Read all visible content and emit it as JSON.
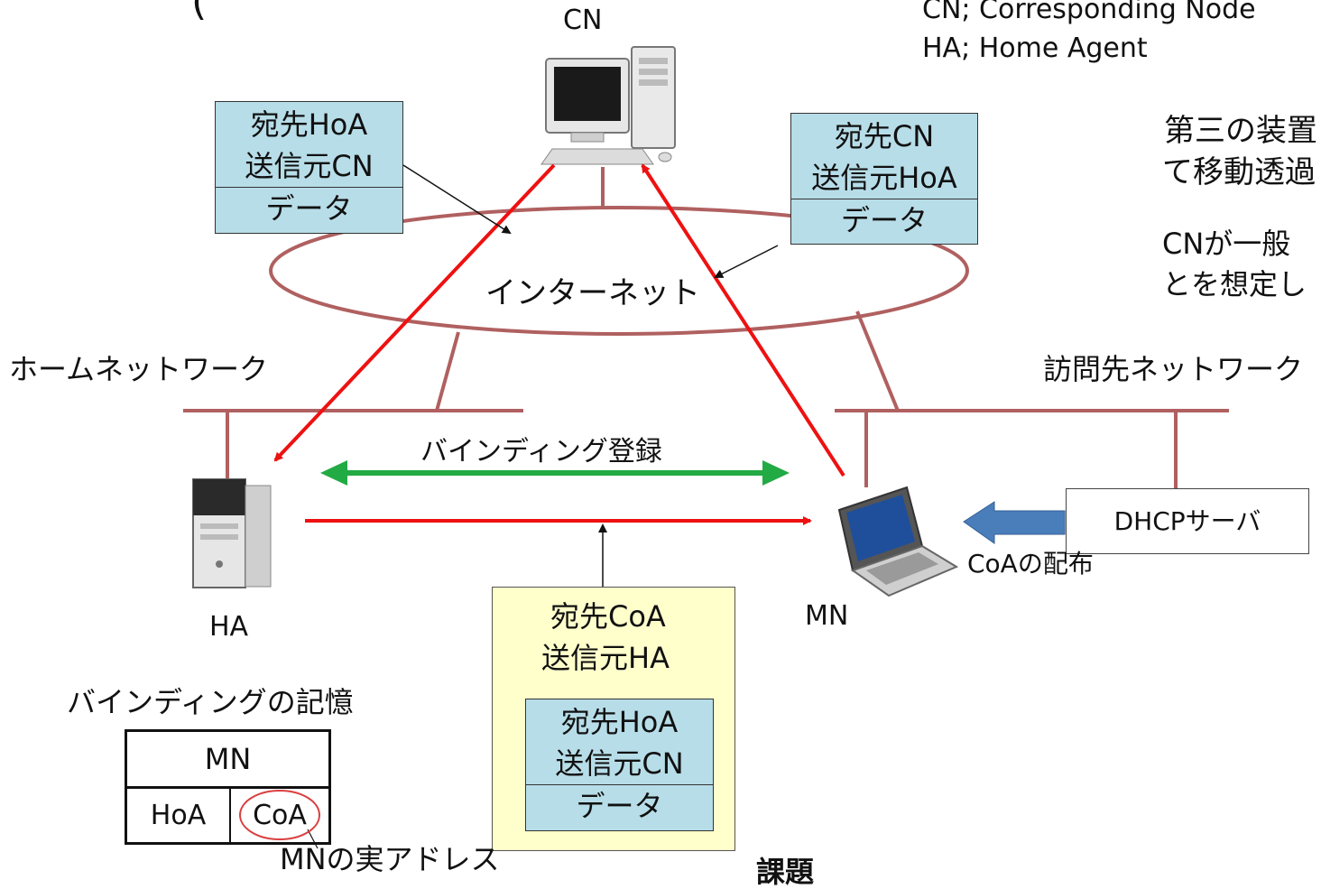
{
  "nodes": {
    "cn": "CN",
    "ha": "HA",
    "mn": "MN"
  },
  "legend": {
    "cn_def": "CN; Corresponding Node",
    "ha_def": "HA; Home Agent"
  },
  "cut_title_fragment": "(",
  "right_notes": {
    "line1": "第三の装置",
    "line2": "て移動透過",
    "line3": "CNが一般",
    "line4": "とを想定し"
  },
  "networks": {
    "internet": "インターネット",
    "home": "ホームネットワーク",
    "visited": "訪問先ネットワーク"
  },
  "packet_cn_to_hoa": {
    "dst": "宛先HoA",
    "src": "送信元CN",
    "payload": "データ"
  },
  "packet_mn_to_cn": {
    "dst": "宛先CN",
    "src": "送信元HoA",
    "payload": "データ"
  },
  "binding_registration": "バインディング登録",
  "dhcp_server": "DHCPサーバ",
  "coa_distribution": "CoAの配布",
  "encapsulated_packet": {
    "outer_dst": "宛先CoA",
    "outer_src": "送信元HA",
    "inner_dst": "宛先HoA",
    "inner_src": "送信元CN",
    "inner_payload": "データ"
  },
  "binding_memory": {
    "title": "バインディングの記憶",
    "header": "MN",
    "hoa": "HoA",
    "coa": "CoA",
    "real_address_note": "MNの実アドレス"
  },
  "bottom_fragment": "課題",
  "colors": {
    "red_arrow": "#ee1111",
    "green_arrow": "#22aa44",
    "network_line": "#b06060",
    "packet_fill": "#b7dde8",
    "outer_fill": "#ffffcc",
    "blue_arrow": "#4a7ebb"
  }
}
